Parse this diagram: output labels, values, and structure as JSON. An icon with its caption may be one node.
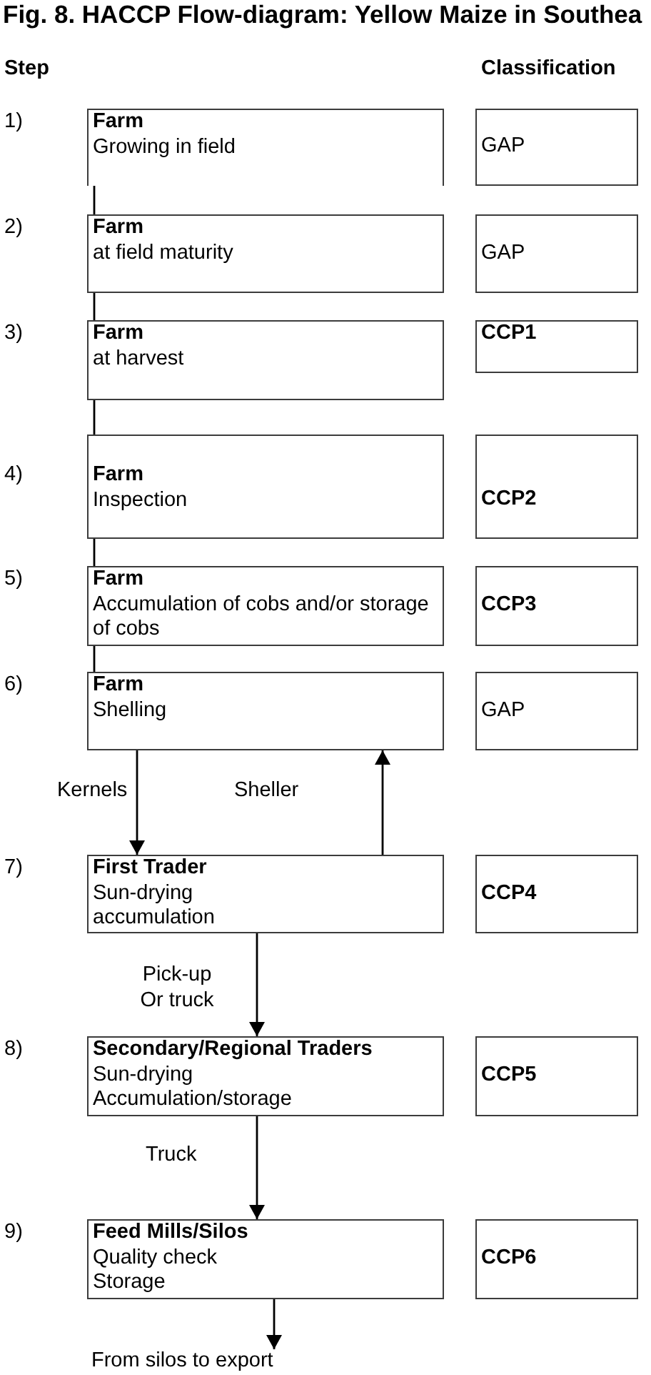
{
  "diagram": {
    "title": "Fig. 8. HACCP Flow-diagram: Yellow Maize in Southea",
    "nodes": [
      {
        "text": [
          "Farm",
          "Growing in field"
        ]
      },
      {
        "text": [
          "GAP"
        ]
      },
      {
        "text": [
          "Farm",
          "at field maturity"
        ]
      },
      {
        "text": [
          "GAP"
        ]
      },
      {
        "text": [
          "Farm",
          "at harvest"
        ]
      },
      {
        "text": [
          "CCP1"
        ]
      },
      {
        "text": [
          "Farm",
          "Inspection"
        ]
      },
      {
        "text": [
          "CCP2"
        ]
      },
      {
        "text": [
          "Farm",
          "Accumulation of cobs and/or storage of cobs"
        ]
      },
      {
        "text": [
          "CCP3"
        ]
      },
      {
        "text": [
          "Farm",
          "Shelling"
        ]
      },
      {
        "text": [
          "GAP"
        ]
      },
      {
        "text": [
          "First Trader",
          "Sun-drying",
          "accumulation"
        ]
      },
      {
        "text": [
          "CCP4"
        ]
      },
      {
        "text": [
          "Secondary/Regional Traders",
          "Sun-drying",
          "Accumulation/storage"
        ]
      },
      {
        "text": [
          "CCP5"
        ]
      },
      {
        "text": [
          "Feed Mills/Silos",
          "Quality check",
          "Storage"
        ]
      },
      {
        "text": [
          "CCP6"
        ]
      },
      {
        "text": [
          "From silos to export"
        ]
      }
    ],
    "edges": [
      {
        "from": 0,
        "to": 2,
        "arrow": "none"
      },
      {
        "from": 2,
        "to": 4,
        "arrow": "none"
      },
      {
        "from": 4,
        "to": 6,
        "arrow": "none"
      },
      {
        "from": 6,
        "to": 8,
        "arrow": "none"
      },
      {
        "from": 8,
        "to": 10,
        "arrow": "none"
      },
      {
        "from": 10,
        "to": 12,
        "arrow": "to",
        "label": "Kernels"
      },
      {
        "from": 12,
        "to": 10,
        "arrow": "to",
        "label": "Sheller"
      },
      {
        "from": 12,
        "to": 14,
        "arrow": "to",
        "label": "Pick-up Or truck"
      },
      {
        "from": 14,
        "to": 16,
        "arrow": "to",
        "label": "Truck"
      },
      {
        "from": 16,
        "to": 18,
        "arrow": "to"
      }
    ],
    "labels": [
      "Step",
      "Classification",
      "1)",
      "2)",
      "3)",
      "4)",
      "5)",
      "6)",
      "7)",
      "8)",
      "9)"
    ]
  }
}
